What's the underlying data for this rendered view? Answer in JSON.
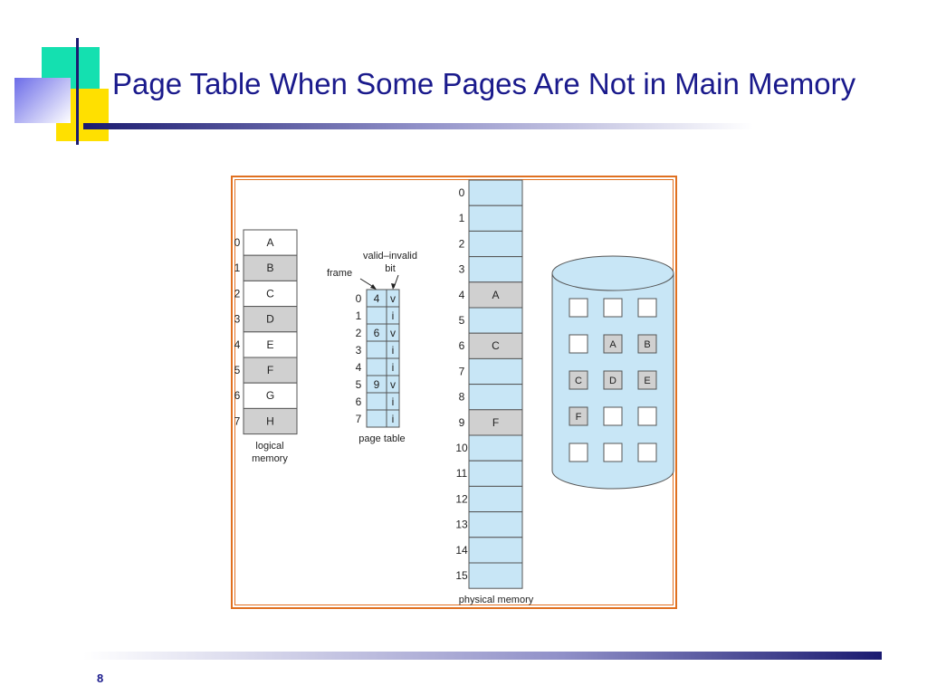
{
  "slide": {
    "title": "Page Table When Some Pages Are Not in Main Memory",
    "number": "8"
  },
  "diagram": {
    "logical_memory": {
      "label_line1": "logical",
      "label_line2": "memory",
      "pages": [
        {
          "index": "0",
          "label": "A"
        },
        {
          "index": "1",
          "label": "B"
        },
        {
          "index": "2",
          "label": "C"
        },
        {
          "index": "3",
          "label": "D"
        },
        {
          "index": "4",
          "label": "E"
        },
        {
          "index": "5",
          "label": "F"
        },
        {
          "index": "6",
          "label": "G"
        },
        {
          "index": "7",
          "label": "H"
        }
      ]
    },
    "page_table": {
      "label": "page table",
      "frame_label": "frame",
      "bit_label_line1": "valid–invalid",
      "bit_label_line2": "bit",
      "entries": [
        {
          "index": "0",
          "frame": "4",
          "bit": "v"
        },
        {
          "index": "1",
          "frame": "",
          "bit": "i"
        },
        {
          "index": "2",
          "frame": "6",
          "bit": "v"
        },
        {
          "index": "3",
          "frame": "",
          "bit": "i"
        },
        {
          "index": "4",
          "frame": "",
          "bit": "i"
        },
        {
          "index": "5",
          "frame": "9",
          "bit": "v"
        },
        {
          "index": "6",
          "frame": "",
          "bit": "i"
        },
        {
          "index": "7",
          "frame": "",
          "bit": "i"
        }
      ]
    },
    "physical_memory": {
      "label": "physical memory",
      "frames": [
        {
          "index": "0",
          "content": ""
        },
        {
          "index": "1",
          "content": ""
        },
        {
          "index": "2",
          "content": ""
        },
        {
          "index": "3",
          "content": ""
        },
        {
          "index": "4",
          "content": "A"
        },
        {
          "index": "5",
          "content": ""
        },
        {
          "index": "6",
          "content": "C"
        },
        {
          "index": "7",
          "content": ""
        },
        {
          "index": "8",
          "content": ""
        },
        {
          "index": "9",
          "content": "F"
        },
        {
          "index": "10",
          "content": ""
        },
        {
          "index": "11",
          "content": ""
        },
        {
          "index": "12",
          "content": ""
        },
        {
          "index": "13",
          "content": ""
        },
        {
          "index": "14",
          "content": ""
        },
        {
          "index": "15",
          "content": ""
        }
      ]
    },
    "backing_store": {
      "rows": [
        [
          "",
          "",
          ""
        ],
        [
          "",
          "A",
          "B"
        ],
        [
          "C",
          "D",
          "E"
        ],
        [
          "F",
          "",
          ""
        ],
        [
          "",
          "",
          ""
        ]
      ]
    },
    "colors": {
      "title": "#1a1a8c",
      "frame_border": "#e07020",
      "memory_fill": "#c8e6f6",
      "page_shaded": "#d0d0d0",
      "cell_border": "#555555"
    }
  }
}
